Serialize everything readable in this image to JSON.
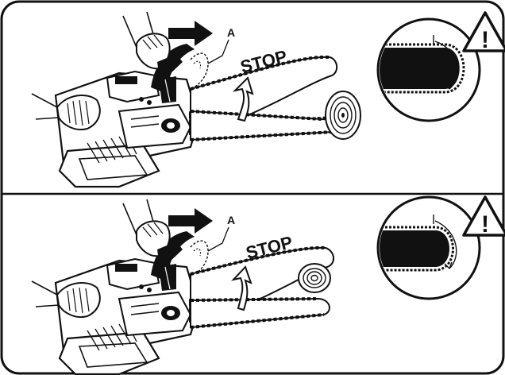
{
  "panels": [
    {
      "id": "top",
      "callout_label": "A",
      "stop_label": "STOP",
      "warning_symbol": "!"
    },
    {
      "id": "bottom",
      "callout_label": "A",
      "stop_label": "STOP",
      "warning_symbol": "!"
    }
  ],
  "icons": {
    "warning": "warning-triangle-icon",
    "push_direction": "arrow-right-icon",
    "chain_rotation": "curved-arrow-up-icon"
  },
  "colors": {
    "ink": "#111111",
    "paper": "#ffffff"
  }
}
